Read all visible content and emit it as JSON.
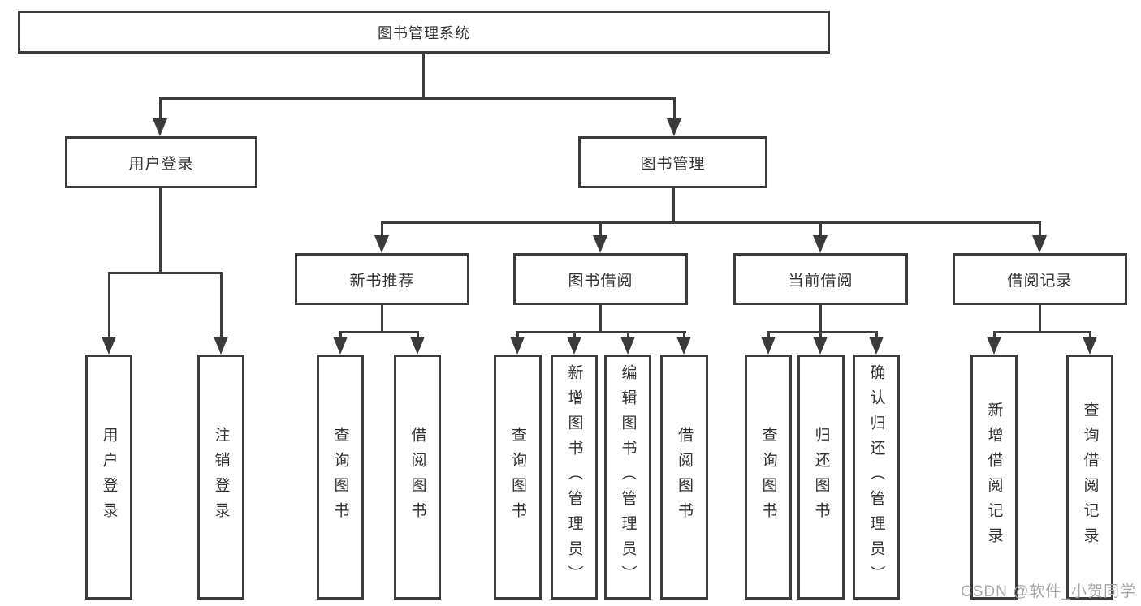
{
  "diagram": {
    "nodes": {
      "root": "图书管理系统",
      "user_login": "用户登录",
      "book_mgmt": "图书管理",
      "new_book": "新书推荐",
      "book_borrow": "图书借阅",
      "current_borrow": "当前借阅",
      "borrow_record": "借阅记录"
    },
    "leaves": [
      "用户登录",
      "注销登录",
      "查询图书",
      "借阅图书",
      "查询图书",
      "新增图书（管理员）",
      "编辑图书（管理员）",
      "借阅图书",
      "查询图书",
      "归还图书",
      "确认归还（管理员）",
      "新增借阅记录",
      "查询借阅记录"
    ]
  },
  "watermark": "CSDN @软件_小贺同学",
  "colors": {
    "line": "#3b3b3b",
    "text": "#333333",
    "watermark": "#a6a6a6"
  }
}
